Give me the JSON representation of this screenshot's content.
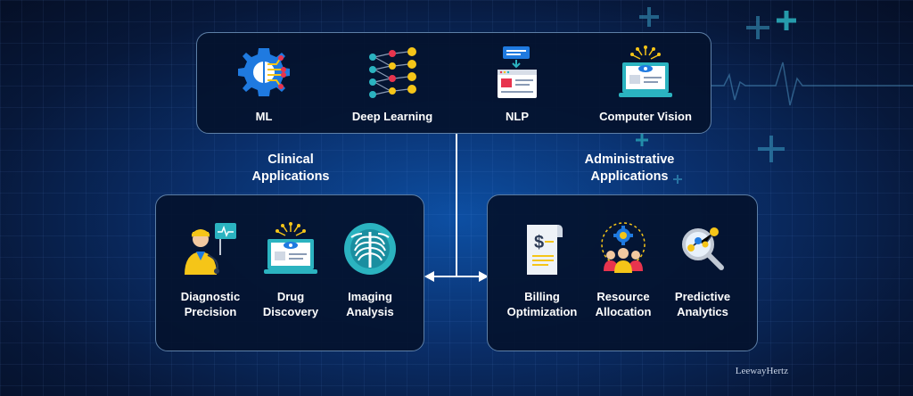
{
  "top_panel": {
    "items": [
      {
        "label": "ML",
        "icon": "gear-circuit-icon"
      },
      {
        "label": "Deep Learning",
        "icon": "neural-network-icon"
      },
      {
        "label": "NLP",
        "icon": "nlp-document-icon"
      },
      {
        "label": "Computer Vision",
        "icon": "laptop-eye-icon"
      }
    ]
  },
  "clinical": {
    "title_line1": "Clinical",
    "title_line2": "Applications",
    "items": [
      {
        "line1": "Diagnostic",
        "line2": "Precision",
        "icon": "doctor-monitor-icon"
      },
      {
        "line1": "Drug",
        "line2": "Discovery",
        "icon": "laptop-molecule-icon"
      },
      {
        "line1": "Imaging",
        "line2": "Analysis",
        "icon": "xray-chest-icon"
      }
    ]
  },
  "administrative": {
    "title_line1": "Administrative",
    "title_line2": "Applications",
    "items": [
      {
        "line1": "Billing",
        "line2": "Optimization",
        "icon": "bill-dollar-icon"
      },
      {
        "line1": "Resource",
        "line2": "Allocation",
        "icon": "team-gear-icon"
      },
      {
        "line1": "Predictive",
        "line2": "Analytics",
        "icon": "magnifier-analytics-icon"
      }
    ]
  },
  "watermark": "LeewayHertz",
  "colors": {
    "background": "#0a2f6b",
    "panel_bg": "#04122e",
    "panel_border": "#5d7fa6",
    "accent_teal": "#2bb3c0",
    "accent_yellow": "#f5c518",
    "accent_red": "#e8344e",
    "accent_blue": "#1f7ae0"
  }
}
